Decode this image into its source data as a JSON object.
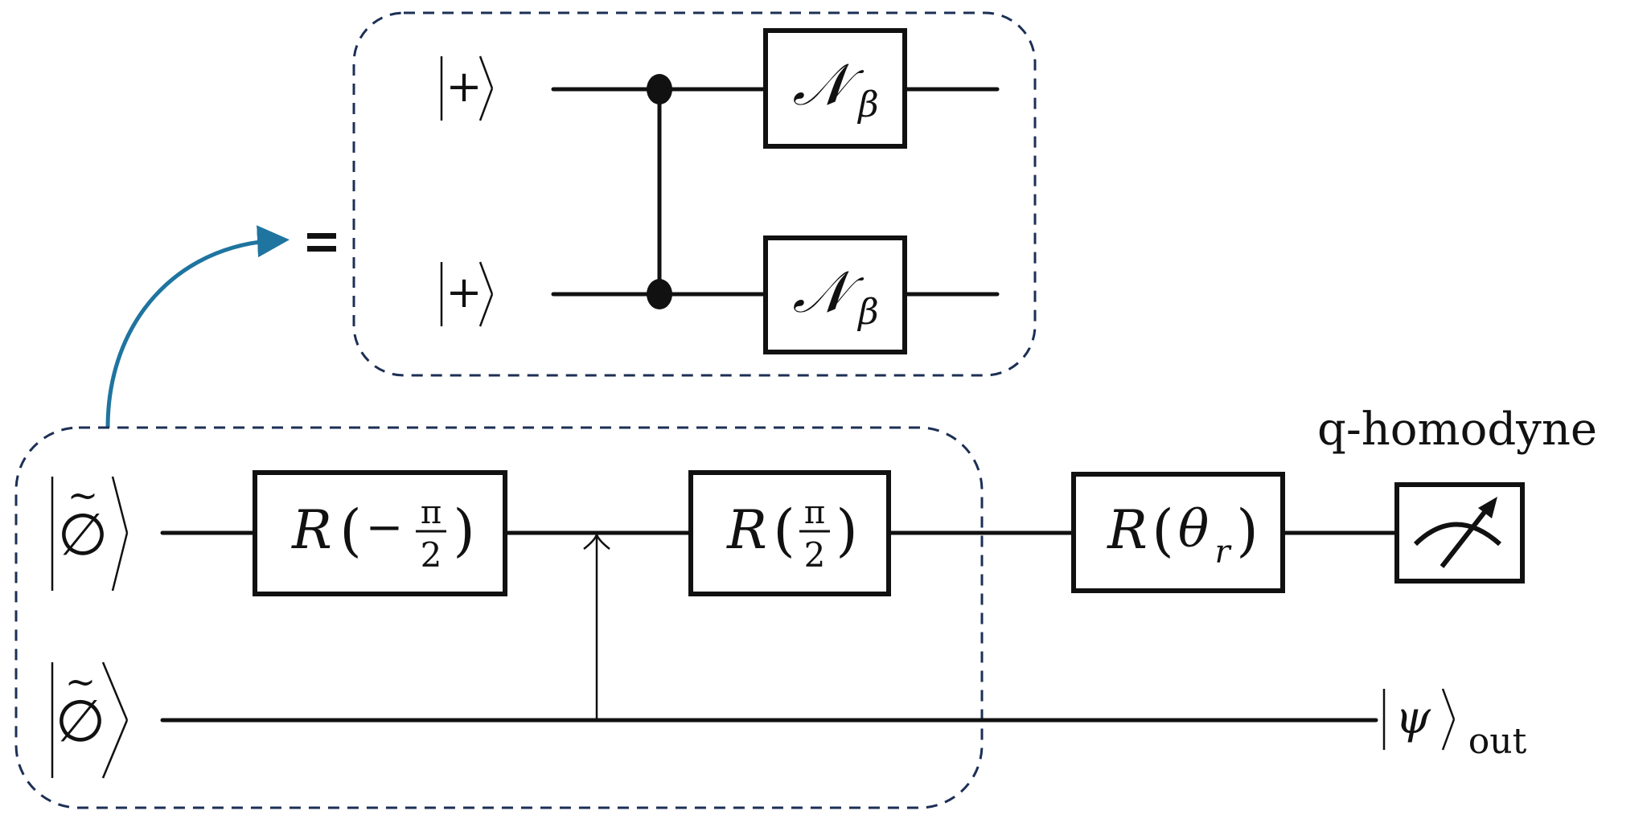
{
  "diagram": {
    "type": "quantum-circuit",
    "expansion": {
      "equals_sign": "=",
      "inputs": [
        "|+⟩",
        "|+⟩"
      ],
      "entangling_gate": "CZ",
      "noise_gate_symbol": "𝒩",
      "noise_gate_subscript": "β"
    },
    "main_circuit": {
      "inputs": [
        {
          "symbol": "∅",
          "accent": "~",
          "ket": "|∅̃⟩"
        },
        {
          "symbol": "∅",
          "accent": "~",
          "ket": "|∅̃⟩"
        }
      ],
      "gates": {
        "r_minus": {
          "letter": "R",
          "sign": "−",
          "num": "π",
          "den": "2",
          "label": "R(−π/2)"
        },
        "r_plus": {
          "letter": "R",
          "num": "π",
          "den": "2",
          "label": "R(π/2)"
        },
        "r_theta": {
          "letter": "R",
          "var": "θ",
          "sub": "r",
          "label": "R(θr)"
        }
      },
      "controlled_gate": "controlled displacement (arrow from mode 2 to mode 1)",
      "measurement_label": "q-homodyne",
      "output": {
        "psi": "ψ",
        "subscript": "out",
        "label": "|ψ⟩out"
      }
    },
    "colors": {
      "dashed_border": "#1c2f55",
      "expansion_arrow": "#1f74a0",
      "lines": "#111111"
    }
  }
}
